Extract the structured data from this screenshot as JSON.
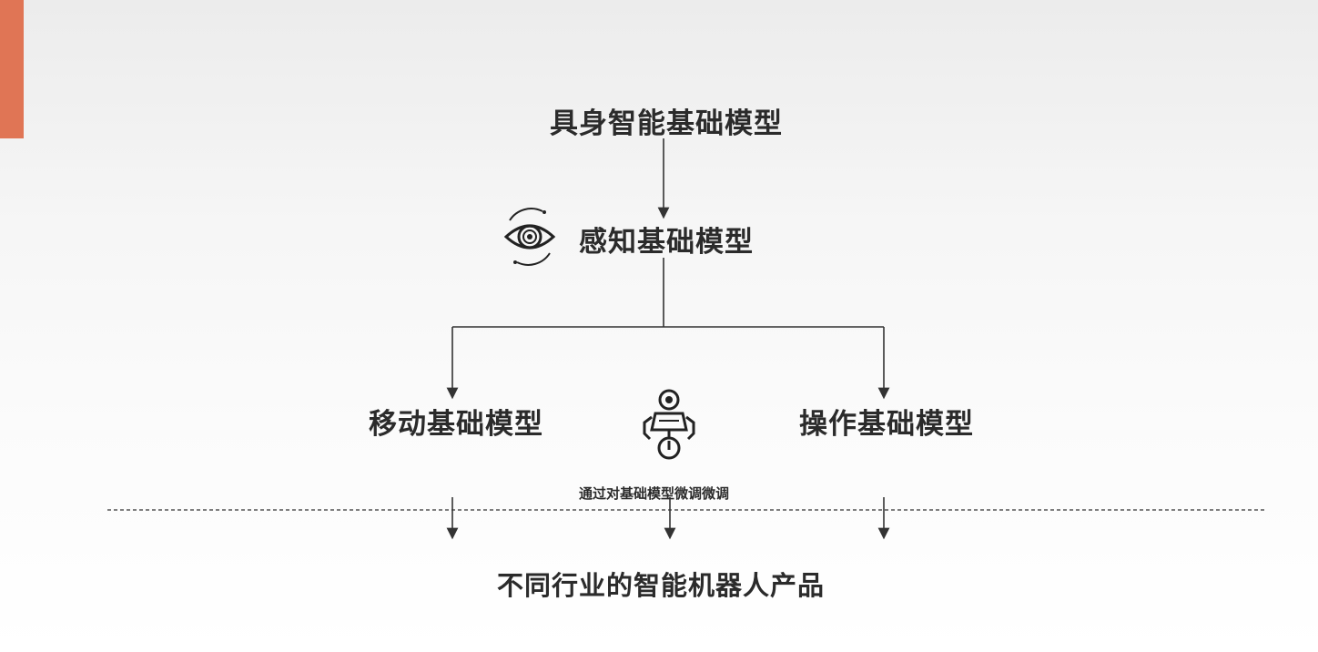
{
  "accent_color": "#e07555",
  "diagram": {
    "root": {
      "label": "具身智能基础模型"
    },
    "perception": {
      "label": "感知基础模型",
      "icon": "eye-icon"
    },
    "mobility": {
      "label": "移动基础模型"
    },
    "manipulation": {
      "label": "操作基础模型"
    },
    "robot": {
      "icon": "robot-arm-icon"
    },
    "finetune_note": {
      "label": "通过对基础模型微调微调"
    },
    "products": {
      "label": "不同行业的智能机器人产品"
    }
  }
}
